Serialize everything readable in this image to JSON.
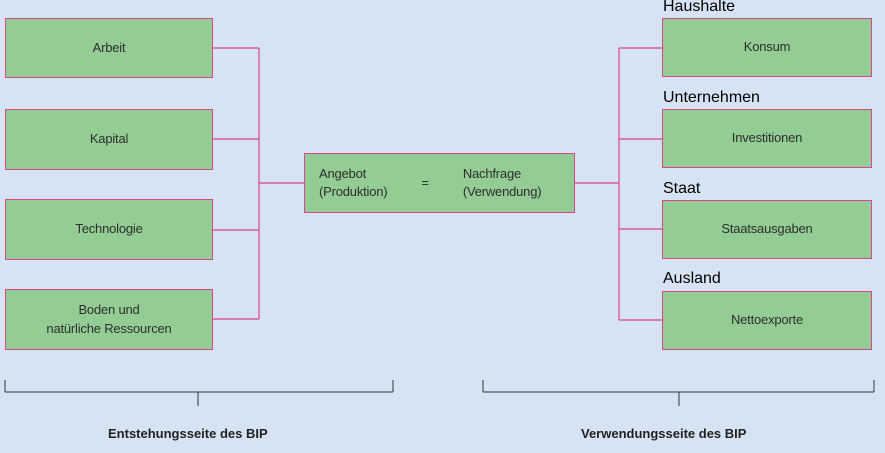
{
  "left_factors": [
    "Arbeit",
    "Kapital",
    "Technologie",
    "Boden und\nnatürliche Ressourcen"
  ],
  "center": {
    "left_top": "Angebot",
    "left_bottom": "(Produktion)",
    "equals": "=",
    "right_top": "Nachfrage",
    "right_bottom": "(Verwendung)"
  },
  "right_groups": [
    {
      "label": "Haushalte",
      "item": "Konsum"
    },
    {
      "label": "Unternehmen",
      "item": "Investitionen"
    },
    {
      "label": "Staat",
      "item": "Staatsausgaben"
    },
    {
      "label": "Ausland",
      "item": "Nettoexporte"
    }
  ],
  "bottom_labels": {
    "left": "Entstehungsseite des BIP",
    "right": "Verwendungsseite des BIP"
  },
  "colors": {
    "background": "#d6e3f3",
    "box_fill": "#93cd93",
    "box_border": "#d9468f",
    "connector": "#d9468f",
    "bracket": "#333333"
  }
}
